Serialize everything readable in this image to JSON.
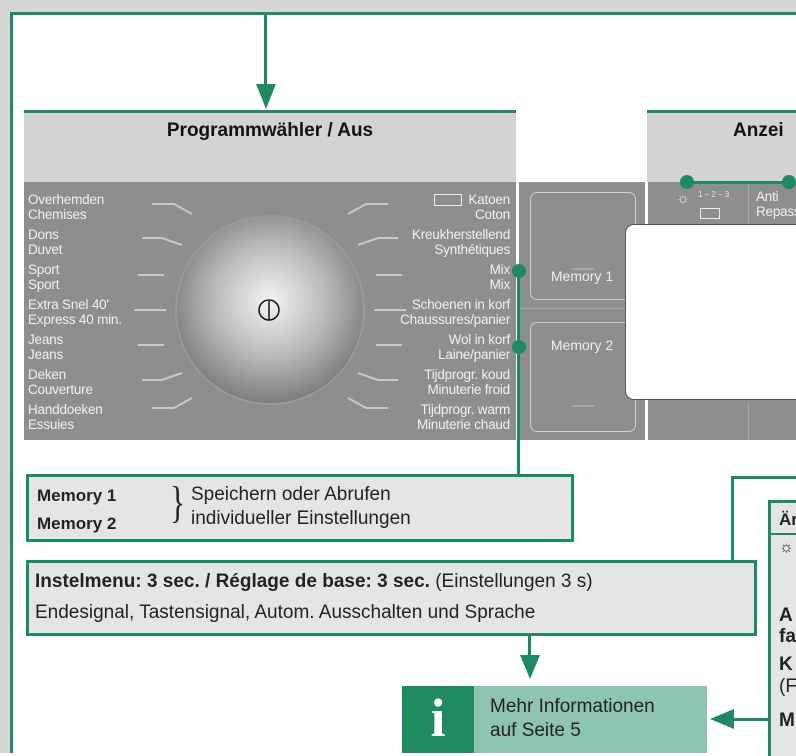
{
  "panel": {
    "title_left": "Programmwähler / Aus",
    "title_right": "Anzei"
  },
  "programs_left": [
    [
      "Overhemden",
      "Chemises"
    ],
    [
      "Dons",
      "Duvet"
    ],
    [
      "Sport",
      "Sport"
    ],
    [
      "Extra Snel 40'",
      "Express 40 min."
    ],
    [
      "Jeans",
      "Jeans"
    ],
    [
      "Deken",
      "Couverture"
    ],
    [
      "Handdoeken",
      "Essuies"
    ]
  ],
  "programs_right": [
    [
      "Katoen",
      "Coton"
    ],
    [
      "Kreukherstellend",
      "Synthétiques"
    ],
    [
      "Mix",
      "Mix"
    ],
    [
      "Schoenen in korf",
      "Chaussures/panier"
    ],
    [
      "Wol in korf",
      "Laine/panier"
    ],
    [
      "Tijdprogr. koud",
      "Minuterie froid"
    ],
    [
      "Tijdprogr. warm",
      "Minuterie chaud"
    ]
  ],
  "buttons": {
    "memory1": "Memory 1",
    "memory2": "Memory 2"
  },
  "display_panel": {
    "steps": "1 – 2 – 3",
    "anti": "Anti",
    "repass": "Repass"
  },
  "memory_box": {
    "label1": "Memory 1",
    "label2": "Memory 2",
    "desc1": "Speichern oder Abrufen",
    "desc2": "individueller Einstellungen"
  },
  "settings_box": {
    "bold": "Instelmenu: 3 sec. / Réglage de base: 3 sec.",
    "normal": " (Einstellungen 3 s)",
    "line2": "Endesignal, Tastensignal, Autom. Ausschalten und Sprache"
  },
  "info_box": {
    "icon": "i",
    "line1": "Mehr Informationen",
    "line2": "auf Seite 5"
  },
  "right_box": {
    "r1": "Är",
    "r3a": "A",
    "r3b": "fa",
    "r4a": "K",
    "r4b": "(F",
    "r5": "M"
  },
  "colors": {
    "accent": "#1f8a62",
    "panel": "#8d8e8f",
    "band": "#d3d3d3"
  }
}
